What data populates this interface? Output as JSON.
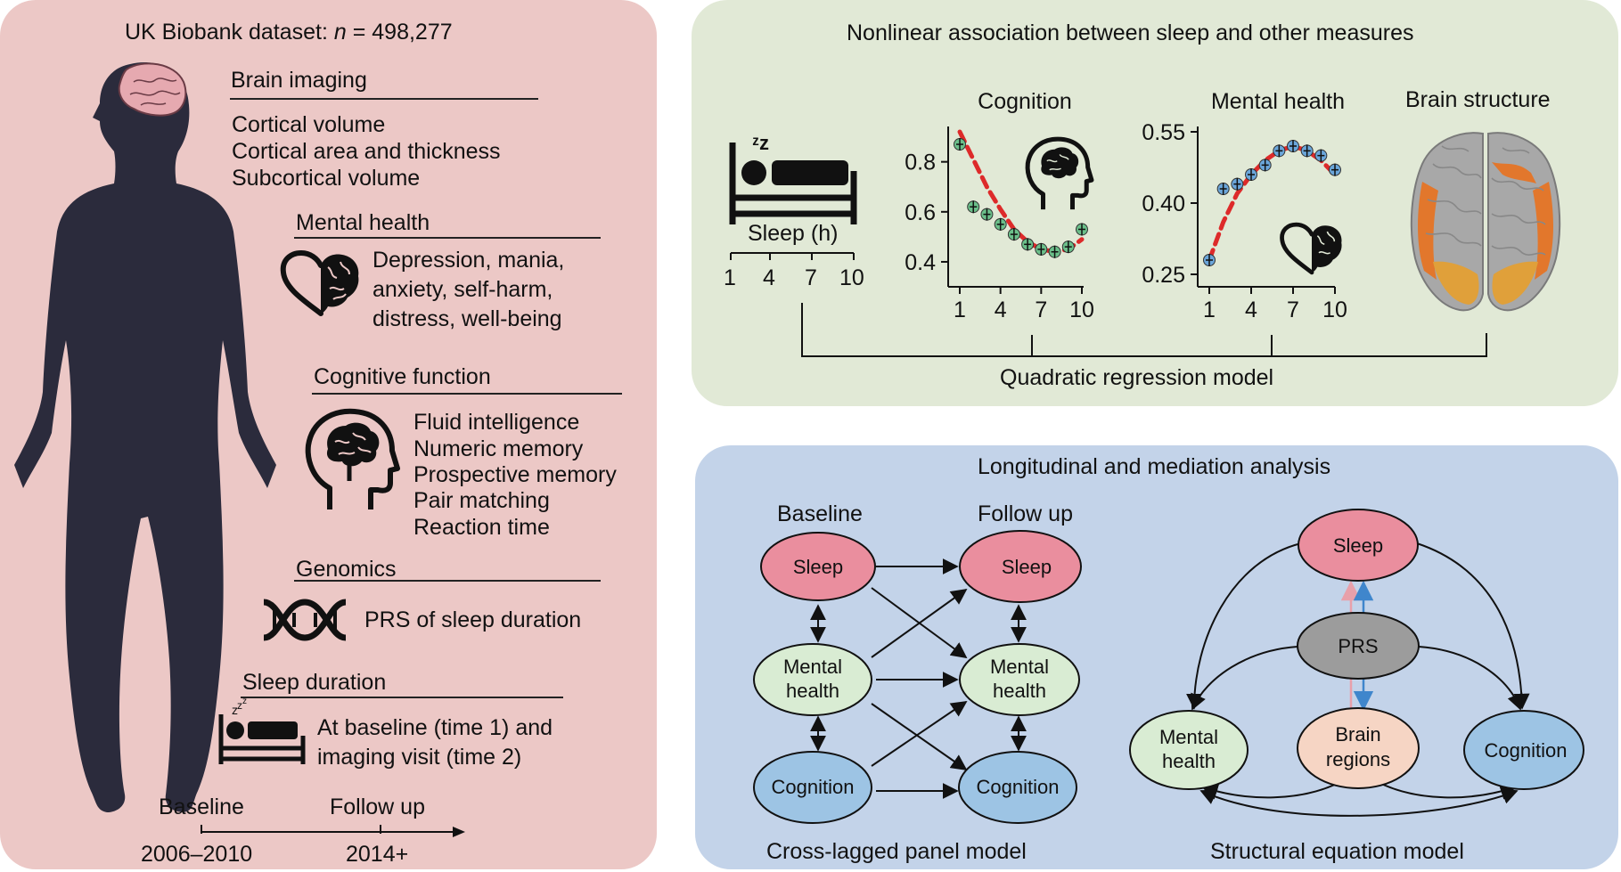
{
  "left": {
    "dataset_label": "UK Biobank dataset: ",
    "dataset_n": "n",
    "dataset_value": " = 498,277",
    "brain_imaging": {
      "heading": "Brain imaging",
      "items": [
        "Cortical volume",
        "Cortical area and thickness",
        "Subcortical volume"
      ]
    },
    "mental_health": {
      "heading": "Mental health",
      "items": [
        "Depression, mania,",
        "anxiety, self-harm,",
        "distress, well-being"
      ]
    },
    "cognitive": {
      "heading": "Cognitive function",
      "items": [
        "Fluid intelligence",
        "Numeric memory",
        "Prospective memory",
        "Pair matching",
        "Reaction time"
      ]
    },
    "genomics": {
      "heading": "Genomics",
      "item": "PRS of sleep duration"
    },
    "sleep_duration": {
      "heading": "Sleep duration",
      "items": [
        "At baseline (time 1) and",
        "imaging visit (time 2)"
      ]
    },
    "timeline": {
      "baseline_label": "Baseline",
      "followup_label": "Follow up",
      "baseline_years": "2006–2010",
      "followup_years": "2014+"
    }
  },
  "top_right": {
    "title": "Nonlinear association between sleep and other measures",
    "sleep_axis": {
      "label": "Sleep (h)",
      "ticks": [
        "1",
        "4",
        "7",
        "10"
      ]
    },
    "bottom_label": "Quadratic regression model",
    "brain_structure_title": "Brain structure",
    "colors": {
      "background": "#e1e9d6",
      "brain_gray": "#a9a9a9",
      "highlight_orange": "#e2772c",
      "highlight_yellow": "#e0a03a"
    }
  },
  "chart_data": [
    {
      "type": "scatter",
      "title": "Cognition",
      "x_ticks": [
        "1",
        "4",
        "7",
        "10"
      ],
      "y_ticks": [
        "0.4",
        "0.6",
        "0.8"
      ],
      "xlim": [
        1,
        10
      ],
      "ylim": [
        0.35,
        0.92
      ],
      "points": {
        "x": [
          1,
          2,
          3,
          4,
          5,
          6,
          7,
          8,
          9,
          10
        ],
        "y": [
          0.87,
          0.62,
          0.59,
          0.55,
          0.51,
          0.47,
          0.45,
          0.44,
          0.46,
          0.53
        ]
      },
      "fit": {
        "style": "dashed",
        "color": "#dd2a2a",
        "x": [
          1,
          2,
          3,
          4,
          5,
          6,
          7,
          8,
          9,
          10
        ],
        "y": [
          0.92,
          0.81,
          0.7,
          0.61,
          0.53,
          0.48,
          0.45,
          0.44,
          0.45,
          0.49
        ]
      },
      "point_color": "#6bbf8a"
    },
    {
      "type": "scatter",
      "title": "Mental health",
      "x_ticks": [
        "1",
        "4",
        "7",
        "10"
      ],
      "y_ticks": [
        "0.25",
        "0.40",
        "0.55"
      ],
      "xlim": [
        1,
        10
      ],
      "ylim": [
        0.25,
        0.55
      ],
      "points": {
        "x": [
          1,
          2,
          3,
          4,
          5,
          6,
          7,
          8,
          9,
          10
        ],
        "y": [
          0.28,
          0.43,
          0.44,
          0.46,
          0.48,
          0.51,
          0.52,
          0.51,
          0.5,
          0.47
        ]
      },
      "fit": {
        "style": "dashed",
        "color": "#dd2a2a",
        "x": [
          1,
          2,
          3,
          4,
          5,
          6,
          7,
          8,
          9,
          10
        ],
        "y": [
          0.28,
          0.36,
          0.42,
          0.46,
          0.49,
          0.51,
          0.52,
          0.51,
          0.49,
          0.46
        ]
      },
      "point_color": "#6ba6da"
    }
  ],
  "bottom_right": {
    "title": "Longitudinal and mediation analysis",
    "baseline_heading": "Baseline",
    "followup_heading": "Follow up",
    "clpm": {
      "nodes": {
        "sleep_base": "Sleep",
        "mental_base": [
          "Mental",
          "health"
        ],
        "cog_base": "Cognition",
        "sleep_follow": "Sleep",
        "mental_follow": [
          "Mental",
          "health"
        ],
        "cog_follow": "Cognition"
      },
      "label": "Cross-lagged panel model"
    },
    "sem": {
      "nodes": {
        "sleep": "Sleep",
        "prs": "PRS",
        "mental": [
          "Mental",
          "health"
        ],
        "brain": [
          "Brain",
          "regions"
        ],
        "cognition": "Cognition"
      },
      "label": "Structural equation model"
    },
    "colors": {
      "sleep": "#ea8e9e",
      "mental": "#d9ecd3",
      "cognition": "#9dc4e4",
      "prs": "#9c9c9c",
      "brain": "#f6d5c4",
      "pink_arrow": "#e8a0aa",
      "blue_arrow": "#3f86cc"
    }
  }
}
